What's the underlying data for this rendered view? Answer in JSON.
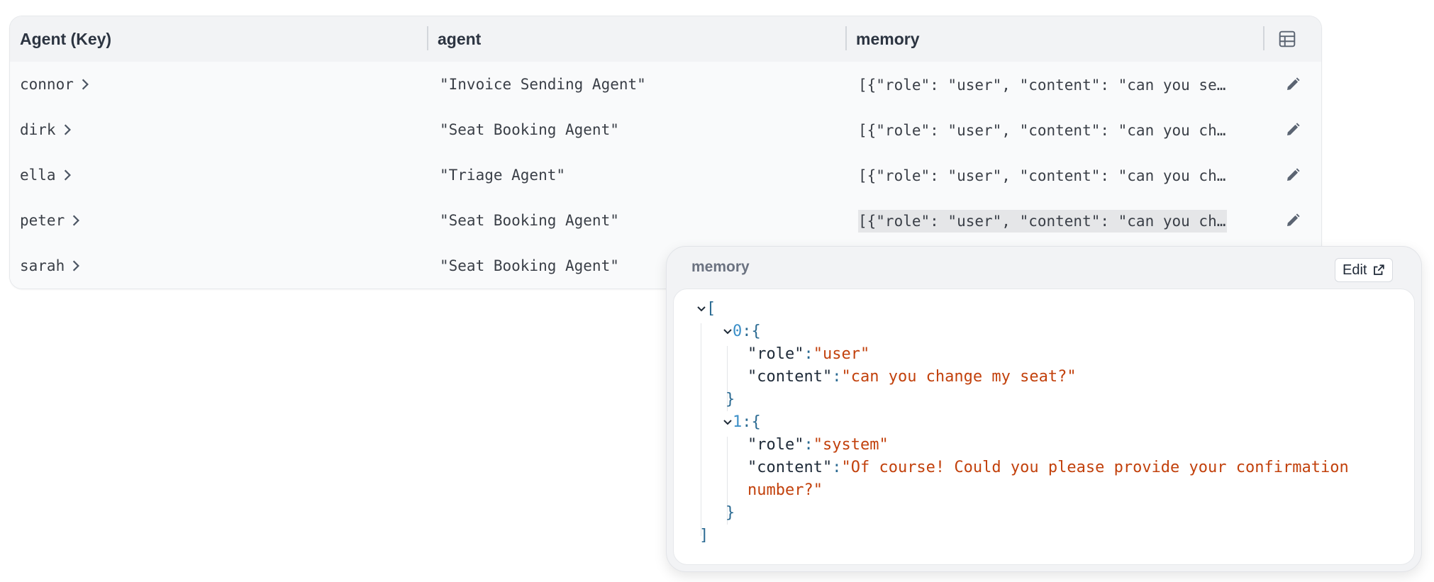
{
  "table": {
    "headers": {
      "key": "Agent (Key)",
      "agent": "agent",
      "memory": "memory"
    },
    "rows": [
      {
        "key": "connor",
        "agent": "\"Invoice Sending Agent\"",
        "memory": "[{\"role\": \"user\", \"content\": \"can you se…"
      },
      {
        "key": "dirk",
        "agent": "\"Seat Booking Agent\"",
        "memory": "[{\"role\": \"user\", \"content\": \"can you ch…"
      },
      {
        "key": "ella",
        "agent": "\"Triage Agent\"",
        "memory": "[{\"role\": \"user\", \"content\": \"can you ch…"
      },
      {
        "key": "peter",
        "agent": "\"Seat Booking Agent\"",
        "memory": "[{\"role\": \"user\", \"content\": \"can you ch…"
      },
      {
        "key": "sarah",
        "agent": "\"Seat Booking Agent\"",
        "memory": ""
      }
    ],
    "icons": {
      "columns": "table-columns-icon",
      "row_edit": "pencil-icon",
      "row_expand": "chevron-right-icon"
    }
  },
  "popover": {
    "title": "memory",
    "edit_label": "Edit",
    "edit_icon": "external-link-icon",
    "json": {
      "open_bracket": "[",
      "close_bracket": "]",
      "items": [
        {
          "index": "0",
          "fields": [
            {
              "key": "role",
              "value": "user"
            },
            {
              "key": "content",
              "value": "can you change my seat?"
            }
          ]
        },
        {
          "index": "1",
          "fields": [
            {
              "key": "role",
              "value": "system"
            },
            {
              "key": "content",
              "value": "Of course! Could you please provide your confirmation",
              "value_cont": "number?"
            }
          ]
        }
      ]
    }
  },
  "colors": {
    "string": "#c2410c",
    "punctuation": "#2a6a92",
    "index": "#3b8fc8"
  }
}
